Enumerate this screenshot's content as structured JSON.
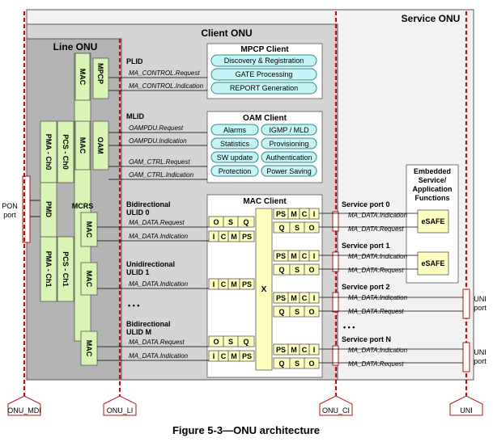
{
  "domains": {
    "service": "Service ONU",
    "client": "Client ONU",
    "line": "Line ONU"
  },
  "mpcp": {
    "title": "MPCP Client",
    "items": [
      "Discovery & Registration",
      "GATE Processing",
      "REPORT Generation"
    ]
  },
  "oam": {
    "title": "OAM Client",
    "items": [
      "Alarms",
      "IGMP / MLD",
      "Statistics",
      "Provisioning",
      "SW update",
      "Authentication",
      "Protection",
      "Power Saving"
    ]
  },
  "mac_client": {
    "title": "MAC Client",
    "x_label": "X"
  },
  "embedded": {
    "title_lines": [
      "Embedded",
      "Service/",
      "Application",
      "Functions"
    ],
    "esafe": "eSAFE"
  },
  "line_onu_blocks": {
    "mac": "MAC",
    "mpcp": "MPCP",
    "oam": "OAM",
    "pma0": "PMA - Ch0",
    "pcs0": "PCS - Ch0",
    "pma1": "PMA - Ch1",
    "pcs1": "PCS - Ch1",
    "pmd": "PMD",
    "mcrs": "MCRS"
  },
  "cells": {
    "osq": [
      "O",
      "S",
      "Q"
    ],
    "icmps": [
      "I",
      "C",
      "M",
      "PS"
    ],
    "psmci": [
      "PS",
      "M",
      "C",
      "I"
    ],
    "qso": [
      "Q",
      "S",
      "O"
    ]
  },
  "interface_labels": {
    "plid": "PLID",
    "ma_control_request": "MA_CONTROL.Request",
    "ma_control_indication": "MA_CONTROL.Indication",
    "mlid": "MLID",
    "oampdu_request": "OAMPDU.Request",
    "oampdu_indication": "OAMPDU.Indication",
    "oam_ctrl_request": "OAM_CTRL.Request",
    "oam_ctrl_indication": "OAM_CTRL.Indication",
    "bidir_ulid0": [
      "Bidirectional",
      "ULID 0"
    ],
    "unidir_ulid1": [
      "Unidirectional",
      "ULID 1"
    ],
    "bidir_ulidm": [
      "Bidirectional",
      "ULID M"
    ],
    "ma_data_request": "MA_DATA.Request",
    "ma_data_indication": "MA_DATA.Indication",
    "ellipsis": "• • •"
  },
  "service_ports": {
    "p0": "Service port 0",
    "p1": "Service port 1",
    "p2": "Service port 2",
    "pn": "Service port N"
  },
  "ports": {
    "pon": [
      "PON",
      "port"
    ],
    "uni": [
      "UNI",
      "port"
    ]
  },
  "reference_points": [
    "ONU_MDI",
    "ONU_LI",
    "ONU_CI",
    "UNI"
  ],
  "caption": "Figure 5-3—ONU architecture"
}
